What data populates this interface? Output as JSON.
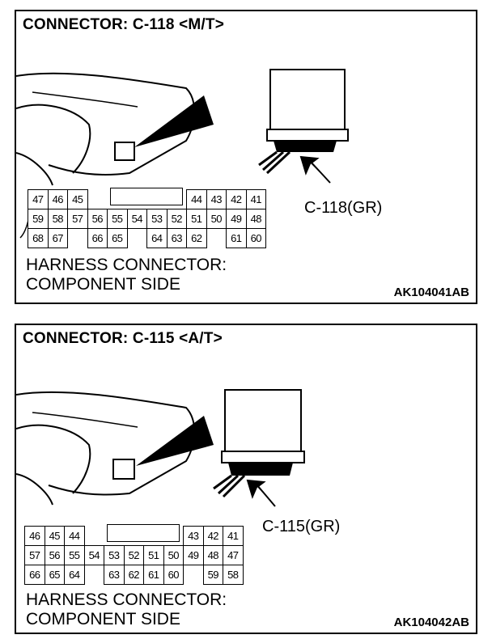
{
  "panels": [
    {
      "title": "CONNECTOR: C-118 <M/T>",
      "connector_label": "C-118(GR)",
      "harness_line1": "HARNESS CONNECTOR:",
      "harness_line2": "COMPONENT SIDE",
      "code": "AK104041AB",
      "rows": [
        [
          "47",
          "46",
          "45",
          "",
          "",
          "",
          "",
          "",
          "44",
          "43",
          "42",
          "41"
        ],
        [
          "59",
          "58",
          "57",
          "56",
          "55",
          "54",
          "53",
          "52",
          "51",
          "50",
          "49",
          "48"
        ],
        [
          "68",
          "67",
          "",
          "66",
          "65",
          "",
          "64",
          "63",
          "62",
          "",
          "61",
          "60"
        ]
      ]
    },
    {
      "title": "CONNECTOR: C-115 <A/T>",
      "connector_label": "C-115(GR)",
      "harness_line1": "HARNESS CONNECTOR:",
      "harness_line2": "COMPONENT SIDE",
      "code": "AK104042AB",
      "rows": [
        [
          "46",
          "45",
          "44",
          "",
          "",
          "",
          "",
          "",
          "43",
          "42",
          "41"
        ],
        [
          "57",
          "56",
          "55",
          "54",
          "53",
          "52",
          "51",
          "50",
          "49",
          "48",
          "47"
        ],
        [
          "66",
          "65",
          "64",
          "",
          "63",
          "62",
          "61",
          "60",
          "",
          "59",
          "58"
        ]
      ]
    }
  ]
}
